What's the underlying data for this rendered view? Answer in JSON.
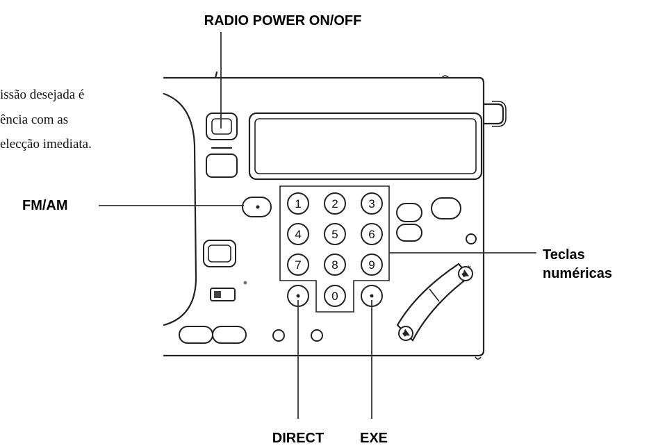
{
  "labels": {
    "radio_power": "RADIO POWER ON/OFF",
    "fm_am": "FM/AM",
    "numeric_keys_line1": "Teclas",
    "numeric_keys_line2": "numéricas",
    "direct": "DIRECT",
    "exe": "EXE"
  },
  "note": {
    "line1": "issão desejada é",
    "line2": "ência com as",
    "line3": "elecção imediata."
  },
  "keypad": {
    "digits": [
      "1",
      "2",
      "3",
      "4",
      "5",
      "6",
      "7",
      "8",
      "9",
      "0"
    ]
  },
  "icons": {
    "illumination": "light-icon",
    "volume_up": "volume-up-icon",
    "volume_down": "volume-down-icon"
  }
}
